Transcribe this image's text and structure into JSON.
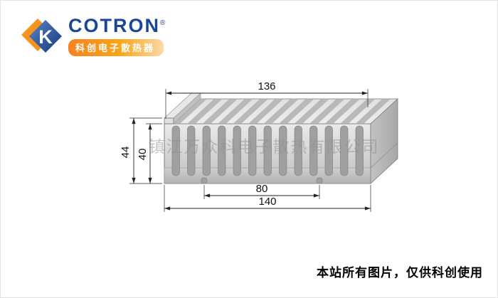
{
  "logo": {
    "brand": "COTRON",
    "reg_mark": "®",
    "tagline": "科创电子散热器",
    "mark_letter": "K"
  },
  "drawing": {
    "watermark": "镇江万众科电子散热有限公司",
    "dims": {
      "top_width": "136",
      "overall_height": "44",
      "fin_height": "40",
      "inner_span": "80",
      "overall_width": "140"
    }
  },
  "footer": {
    "notice": "本站所有图片，仅供科创使用"
  }
}
